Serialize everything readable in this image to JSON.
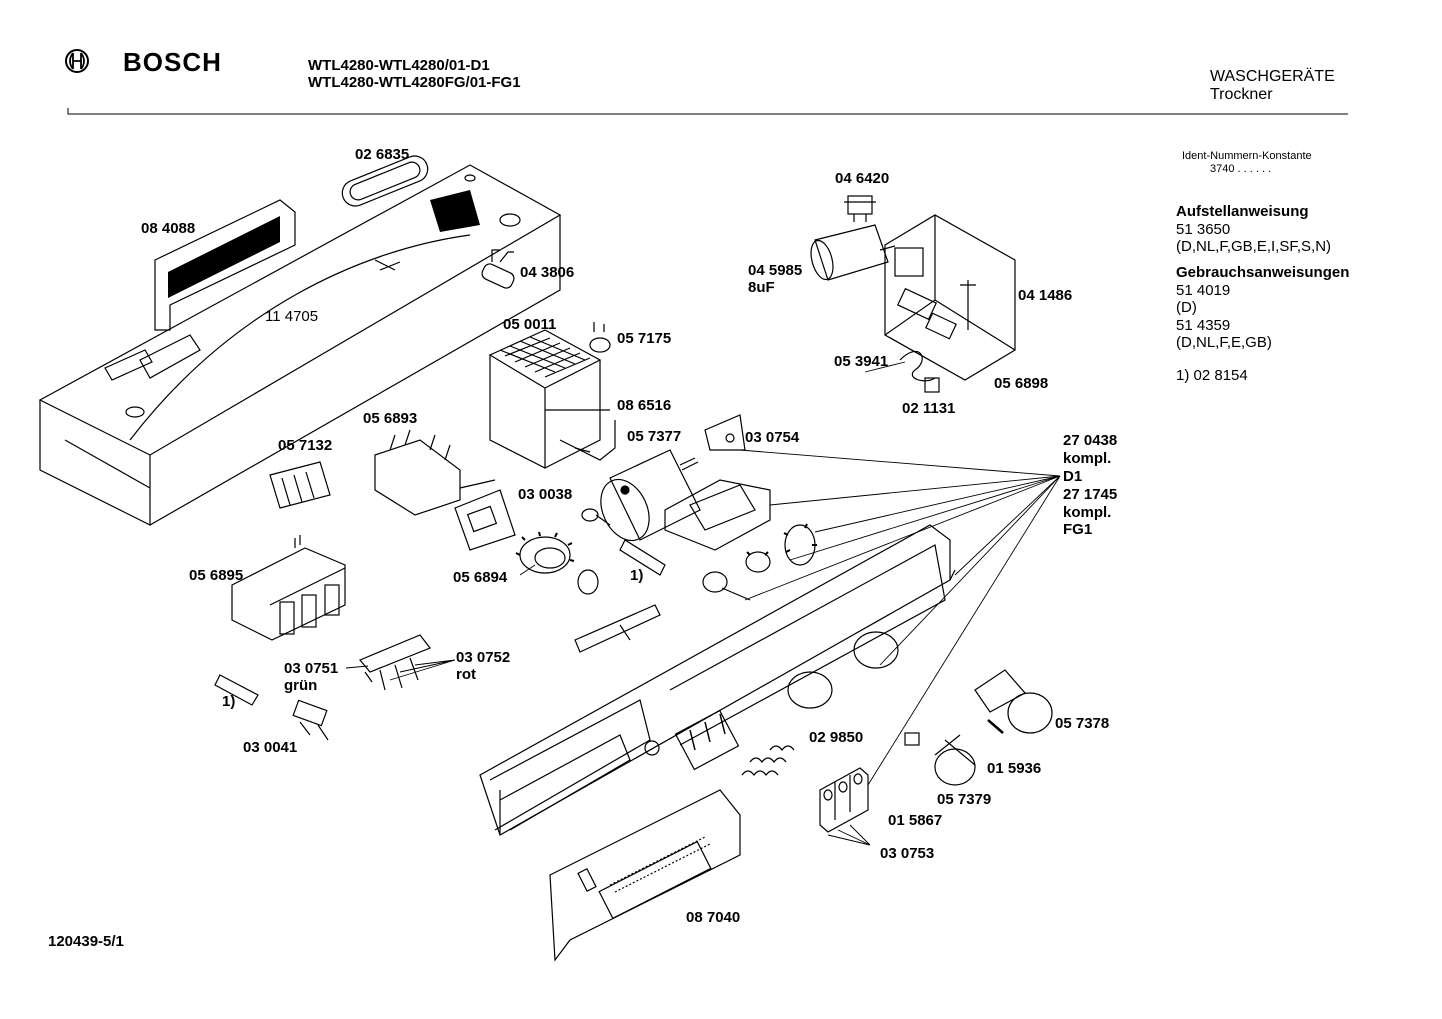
{
  "header": {
    "brand": "BOSCH",
    "model_line_1": "WTL4280-WTL4280/01-D1",
    "model_line_2": "WTL4280-WTL4280FG/01-FG1",
    "category": "WASCHGERÄTE",
    "subcategory": "Trockner"
  },
  "side_info": {
    "ident_label": "Ident-Nummern-Konstante",
    "ident_value": "3740  . .   . . . .",
    "setup_title": "Aufstellanweisung",
    "setup_number": "51 3650",
    "setup_langs": "(D,NL,F,GB,E,I,SF,S,N)",
    "manual_title": "Gebrauchsanweisungen",
    "manual_1_number": "51 4019",
    "manual_1_langs": "(D)",
    "manual_2_number": "51 4359",
    "manual_2_langs": "(D,NL,F,E,GB)",
    "footnote": "1)  02 8154"
  },
  "parts": {
    "p026835": "02 6835",
    "p084088": "08 4088",
    "p043806": "04 3806",
    "p114705": "11 4705",
    "p046420": "04 6420",
    "p045985": "04 5985",
    "p045985_sub": "8uF",
    "p041486": "04 1486",
    "p050011": "05 0011",
    "p057175": "05 7175",
    "p053941": "05 3941",
    "p056898": "05 6898",
    "p021131": "02 1131",
    "p086516": "08 6516",
    "p056893": "05 6893",
    "p057377": "05 7377",
    "p030754": "03 0754",
    "p057132": "05 7132",
    "p030038": "03 0038",
    "p056894": "05 6894",
    "fn_1a": "1)",
    "p056895": "05 6895",
    "p030751": "03 0751",
    "p030751_sub": "grün",
    "p030752": "03 0752",
    "p030752_sub": "rot",
    "fn_1b": "1)",
    "p030041": "03 0041",
    "p270438": "27 0438",
    "p270438_sub1": "kompl.",
    "p270438_sub2": "D1",
    "p271745": "27 1745",
    "p271745_sub1": "kompl.",
    "p271745_sub2": "FG1",
    "p057378": "05 7378",
    "p015936": "01 5936",
    "p029850": "02 9850",
    "p057379": "05 7379",
    "p015867": "01 5867",
    "p030753": "03 0753",
    "p087040": "08 7040"
  },
  "footer": {
    "drawing_number": "120439-5/1"
  }
}
